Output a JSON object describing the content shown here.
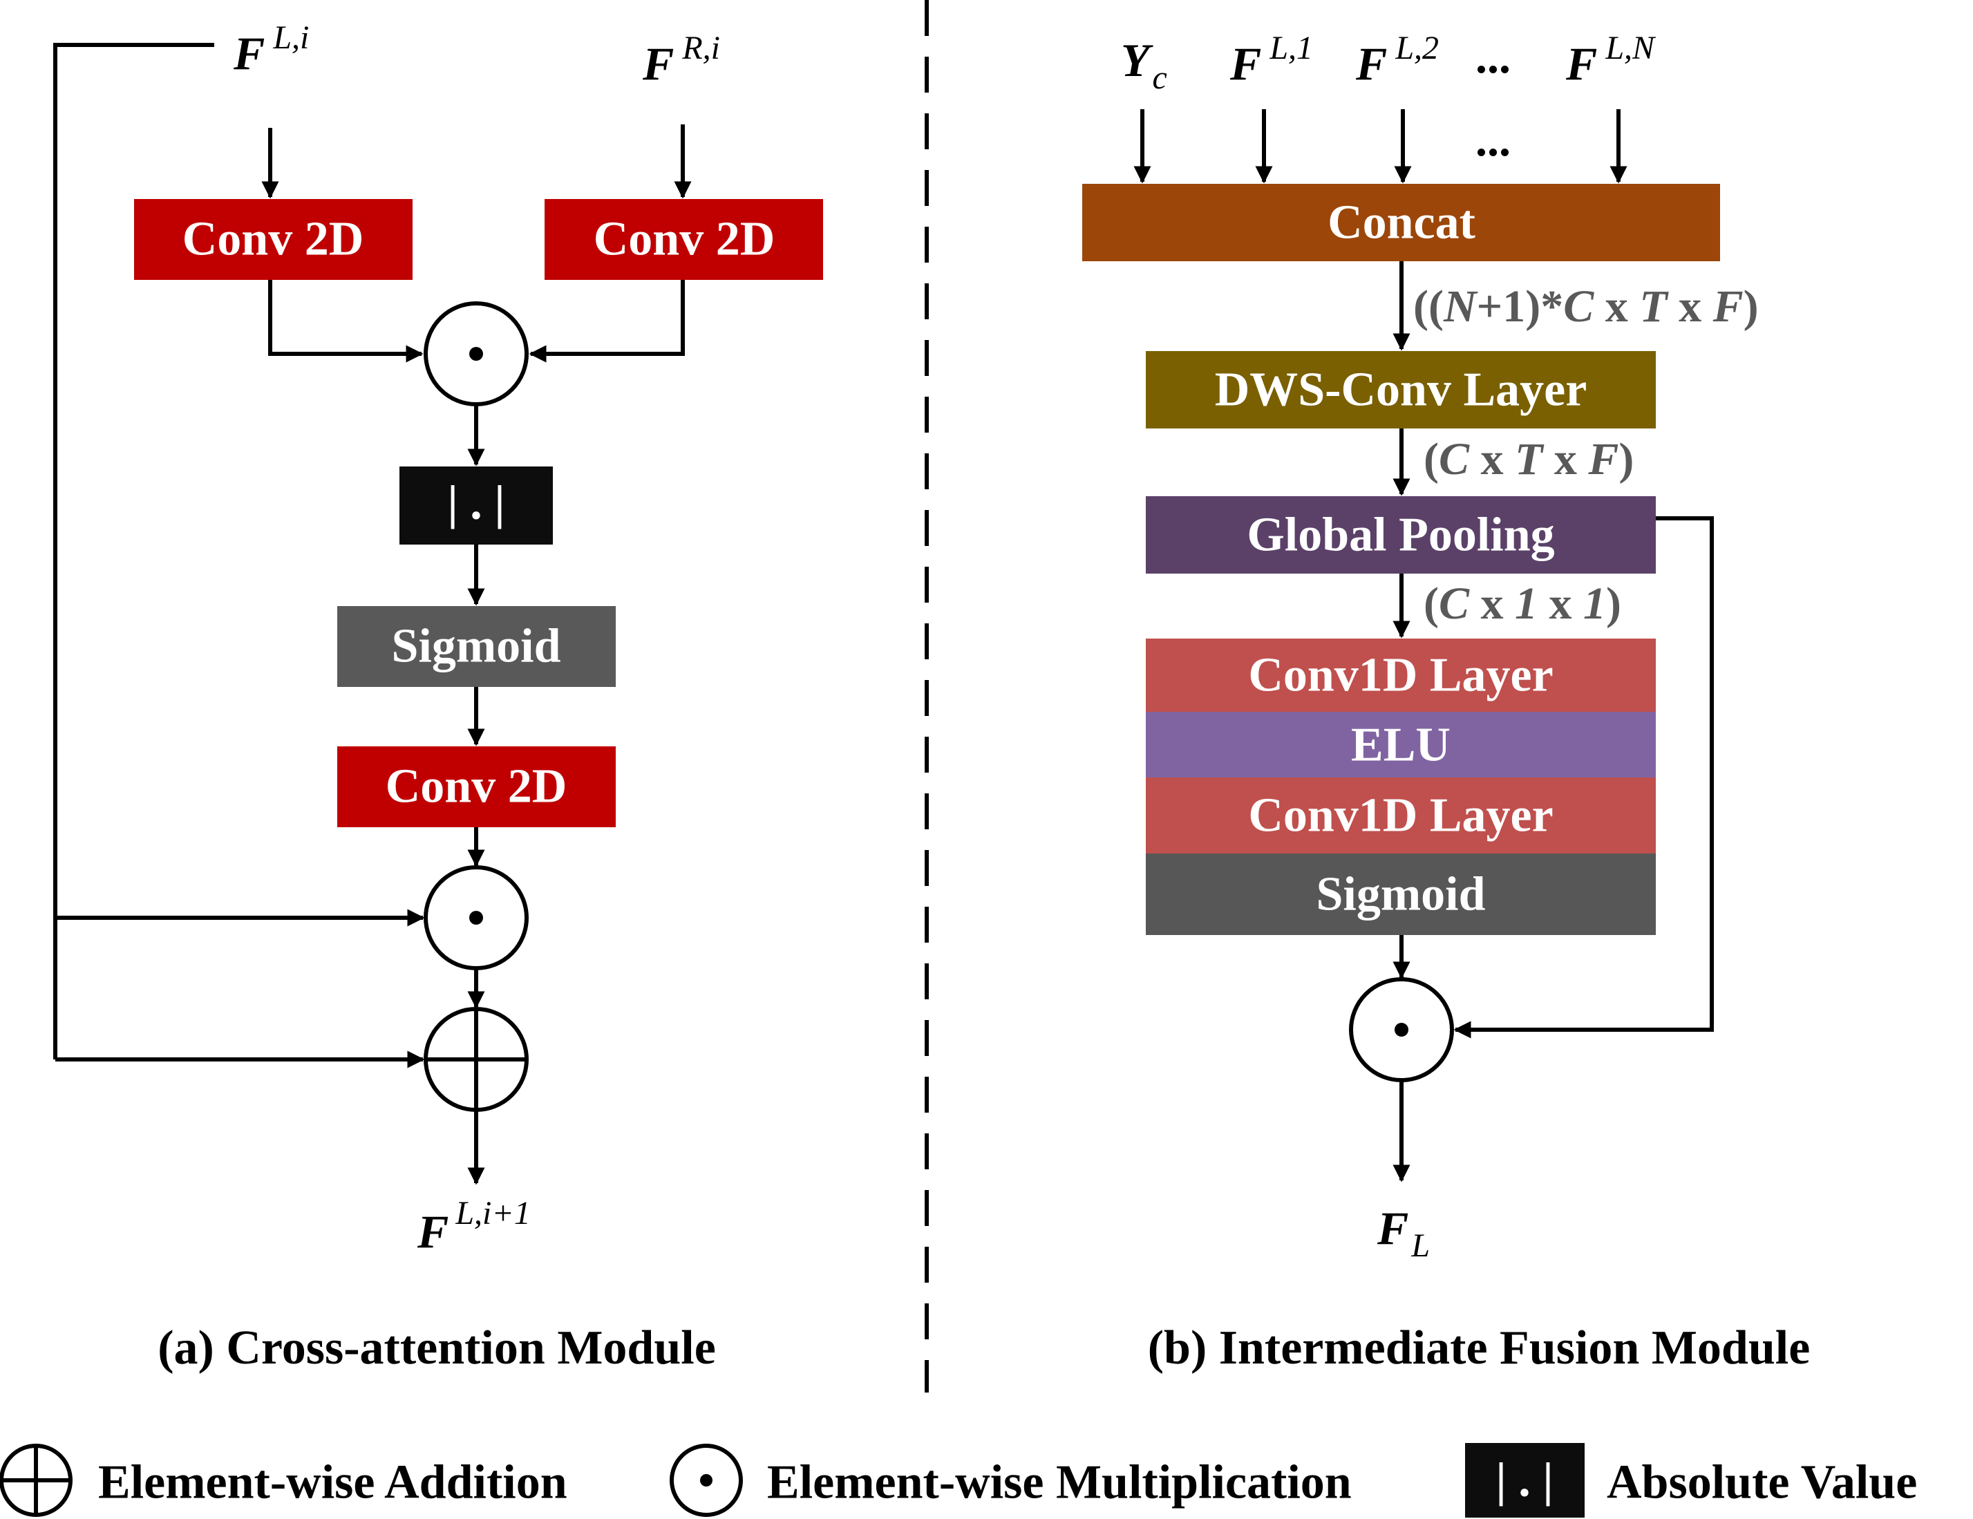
{
  "panel_a": {
    "inputs": {
      "left": {
        "base": "F",
        "sup": "L,i"
      },
      "right": {
        "base": "F",
        "sup": "R,i"
      }
    },
    "blocks": {
      "conv_left": "Conv 2D",
      "conv_right": "Conv 2D",
      "abs": "| . |",
      "sigmoid": "Sigmoid",
      "conv_bottom": "Conv 2D"
    },
    "output": {
      "base": "F",
      "sup": "L,i+1"
    },
    "caption": "(a) Cross-attention Module"
  },
  "panel_b": {
    "inputs": [
      {
        "base": "Y",
        "sub": "c",
        "sup": ""
      },
      {
        "base": "F",
        "sub": "",
        "sup": "L,1"
      },
      {
        "base": "F",
        "sub": "",
        "sup": "L,2"
      },
      {
        "base": "...",
        "sub": "",
        "sup": ""
      },
      {
        "base": "F",
        "sub": "",
        "sup": "L,N"
      }
    ],
    "ellipsis": "...",
    "blocks": {
      "concat": "Concat",
      "dws": "DWS-Conv Layer",
      "pool": "Global Pooling",
      "conv1d_1": "Conv1D Layer",
      "elu": "ELU",
      "conv1d_2": "Conv1D Layer",
      "sigmoid": "Sigmoid"
    },
    "dims": {
      "d1": {
        "open": "((",
        "n": "N",
        "mid": "+1)*",
        "c": "C",
        "x1": " x ",
        "t": "T",
        "x2": " x ",
        "f": "F",
        "close": ")"
      },
      "d2": {
        "open": "(",
        "c": "C",
        "x1": " x ",
        "t": "T",
        "x2": " x ",
        "f": "F",
        "close": ")"
      },
      "d3": {
        "open": "(",
        "c": "C",
        "x1": " x ",
        "one_a": "1",
        "x2": " x ",
        "one_b": "1",
        "close": ")"
      }
    },
    "output": {
      "base": "F",
      "sub": "L"
    },
    "caption": "(b) Intermediate Fusion Module"
  },
  "legend": {
    "addition": "Element-wise Addition",
    "multiplication": "Element-wise Multiplication",
    "abs_symbol": "| . |",
    "absolute": "Absolute Value"
  },
  "colors": {
    "conv2d": "#c00000",
    "abs": "#0d0d0d",
    "sigmoid_a": "#595959",
    "concat": "#9c460a",
    "dws": "#7a6000",
    "pool": "#5b4168",
    "conv1d": "#c0504d",
    "elu": "#8064a2",
    "sigmoid_b": "#575757"
  }
}
